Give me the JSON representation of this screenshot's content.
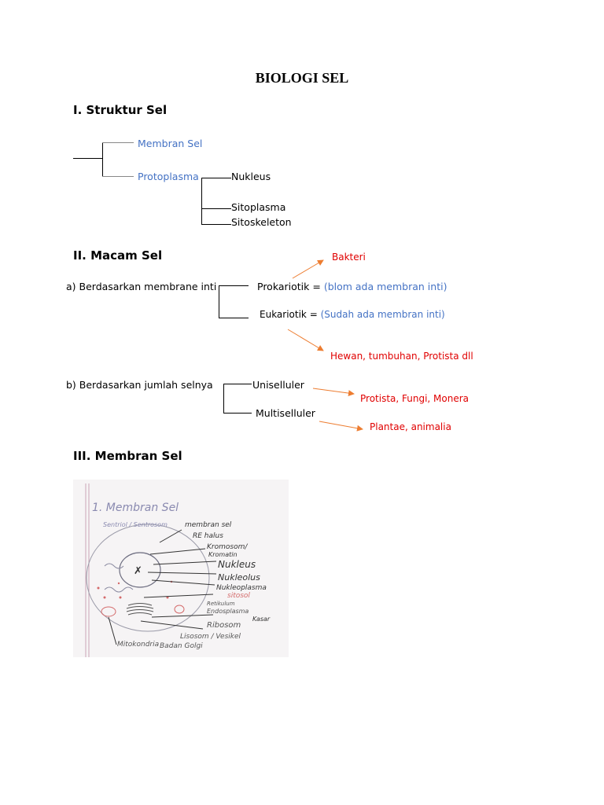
{
  "doc": {
    "title": "BIOLOGI SEL"
  },
  "section1": {
    "heading": "I. Struktur Sel",
    "membran": "Membran Sel",
    "protoplasma": "Protoplasma",
    "nukleus": "Nukleus",
    "sitoplasma": "Sitoplasma",
    "sitoskeleton": "Sitoskeleton"
  },
  "section2": {
    "heading": "II. Macam Sel",
    "a_label": "a) Berdasarkan membrane inti",
    "prokariotik": "Prokariotik = ",
    "prokariotik_desc": "(blom ada membran inti)",
    "eukariotik": "Eukariotik = ",
    "eukariotik_desc": "(Sudah ada membran inti)",
    "bakteri": "Bakteri",
    "hewan": "Hewan, tumbuhan, Protista dll",
    "b_label": "b) Berdasarkan jumlah selnya",
    "uniselluler": "Uniselluler",
    "multiselluler": "Multiselluler",
    "protista": "Protista, Fungi, Monera",
    "plantae": "Plantae, animalia"
  },
  "section3": {
    "heading": "III. Membran Sel",
    "drawing": {
      "heading": "1. Membran Sel",
      "sentriol": "Sentriol / Sentrosom",
      "membran_sel": "membran sel",
      "re_halus": "RE halus",
      "kromosom": "Kromosom/",
      "kromatin": "Kromatin",
      "nukleus": "Nukleus",
      "nukleolus": "Nukleolus",
      "nukleoplasma": "Nukleoplasma",
      "sitosol": "sitosol",
      "retikulum": "Retikulum",
      "endosplasma": "Endosplasma",
      "kasar": "Kasar",
      "ribosom": "Ribosom",
      "lisosom": "Lisosom / Vesikel",
      "badan_golgi": "Badan Golgi",
      "mitokondria": "Mitokondria"
    }
  },
  "colors": {
    "blue": "#4472c4",
    "red": "#e00000",
    "arrow": "#ed7d31"
  }
}
